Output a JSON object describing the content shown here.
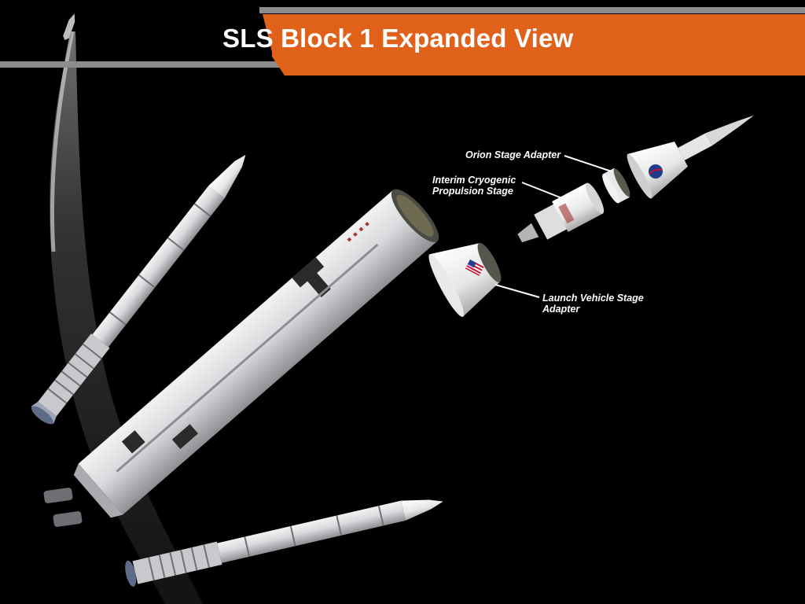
{
  "title": "SLS Block 1 Expanded View",
  "labels": {
    "orion_stage_adapter": "Orion Stage Adapter",
    "icps_line1": "Interim Cryogenic",
    "icps_line2": "Propulsion Stage",
    "lvsa_line1": "Launch Vehicle Stage",
    "lvsa_line2": "Adapter"
  },
  "colors": {
    "banner_orange": "#e0611a",
    "background": "#000000",
    "stripe_gray": "#8c8c8c",
    "arc_gray": "#3a3a3a"
  }
}
